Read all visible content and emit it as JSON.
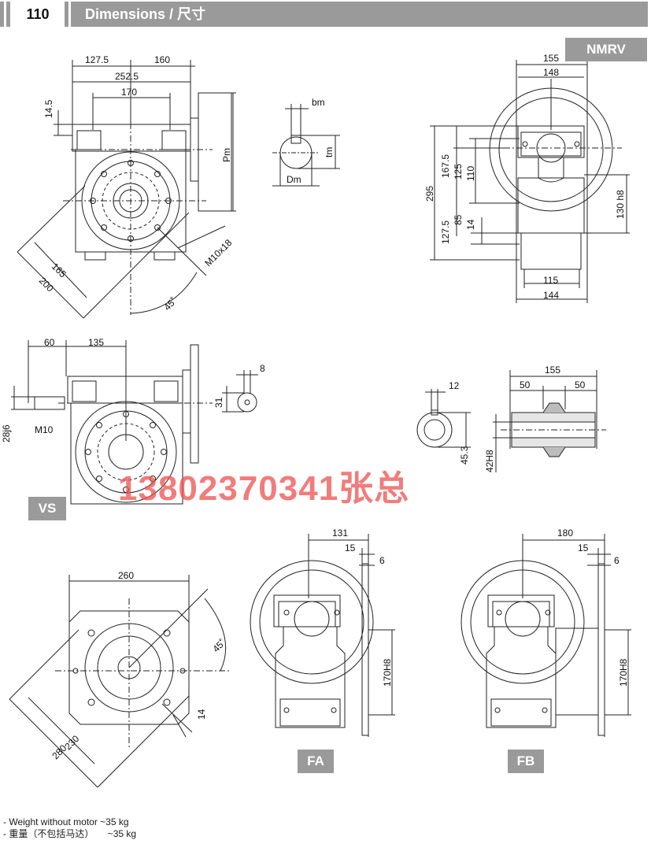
{
  "header": {
    "page_number": "110",
    "section_title": "Dimensions / 尺寸"
  },
  "tags": {
    "nmrv": "NMRV",
    "vs": "VS",
    "fa": "FA",
    "fb": "FB"
  },
  "dimensions": {
    "front_view": {
      "d127_5": "127.5",
      "d160": "160",
      "d252_5": "252.5",
      "d170": "170",
      "d14_5": "14.5",
      "pm": "Pm",
      "d165": "165",
      "d200": "200",
      "angle45": "45˚",
      "thread": "M10x18"
    },
    "shaft_key": {
      "bm": "bm",
      "tm": "tm",
      "dm": "Dm"
    },
    "side_view": {
      "d155": "155",
      "d148": "148",
      "d295": "295",
      "d167_5": "167.5",
      "d125": "125",
      "d110": "110",
      "d127_5": "127.5",
      "d85": "85",
      "d14": "14",
      "d130h8": "130 h8",
      "d115": "115",
      "d144": "144"
    },
    "vs_view": {
      "d60": "60",
      "d135": "135",
      "d28j6": "28j6",
      "m10": "M10",
      "d8": "8",
      "d31": "31"
    },
    "hollow_shaft": {
      "d12": "12",
      "d45_3": "45.3",
      "d42h8": "42H8",
      "d155": "155",
      "d50a": "50",
      "d50b": "50"
    },
    "flange_view": {
      "d260": "260",
      "angle45": "45˚",
      "d230": "230",
      "d280": "280",
      "d14": "14"
    },
    "fa_view": {
      "d131": "131",
      "d15": "15",
      "d6": "6",
      "d170h8": "170H8"
    },
    "fb_view": {
      "d180": "180",
      "d15": "15",
      "d6": "6",
      "d170h8": "170H8"
    }
  },
  "watermark": "13802370341张总",
  "notes": {
    "weight_en_label": "- Weight without motor",
    "weight_en_value": "~35 kg",
    "weight_cn_label": "- 重量（不包括马达）",
    "weight_cn_value": "~35 kg"
  }
}
